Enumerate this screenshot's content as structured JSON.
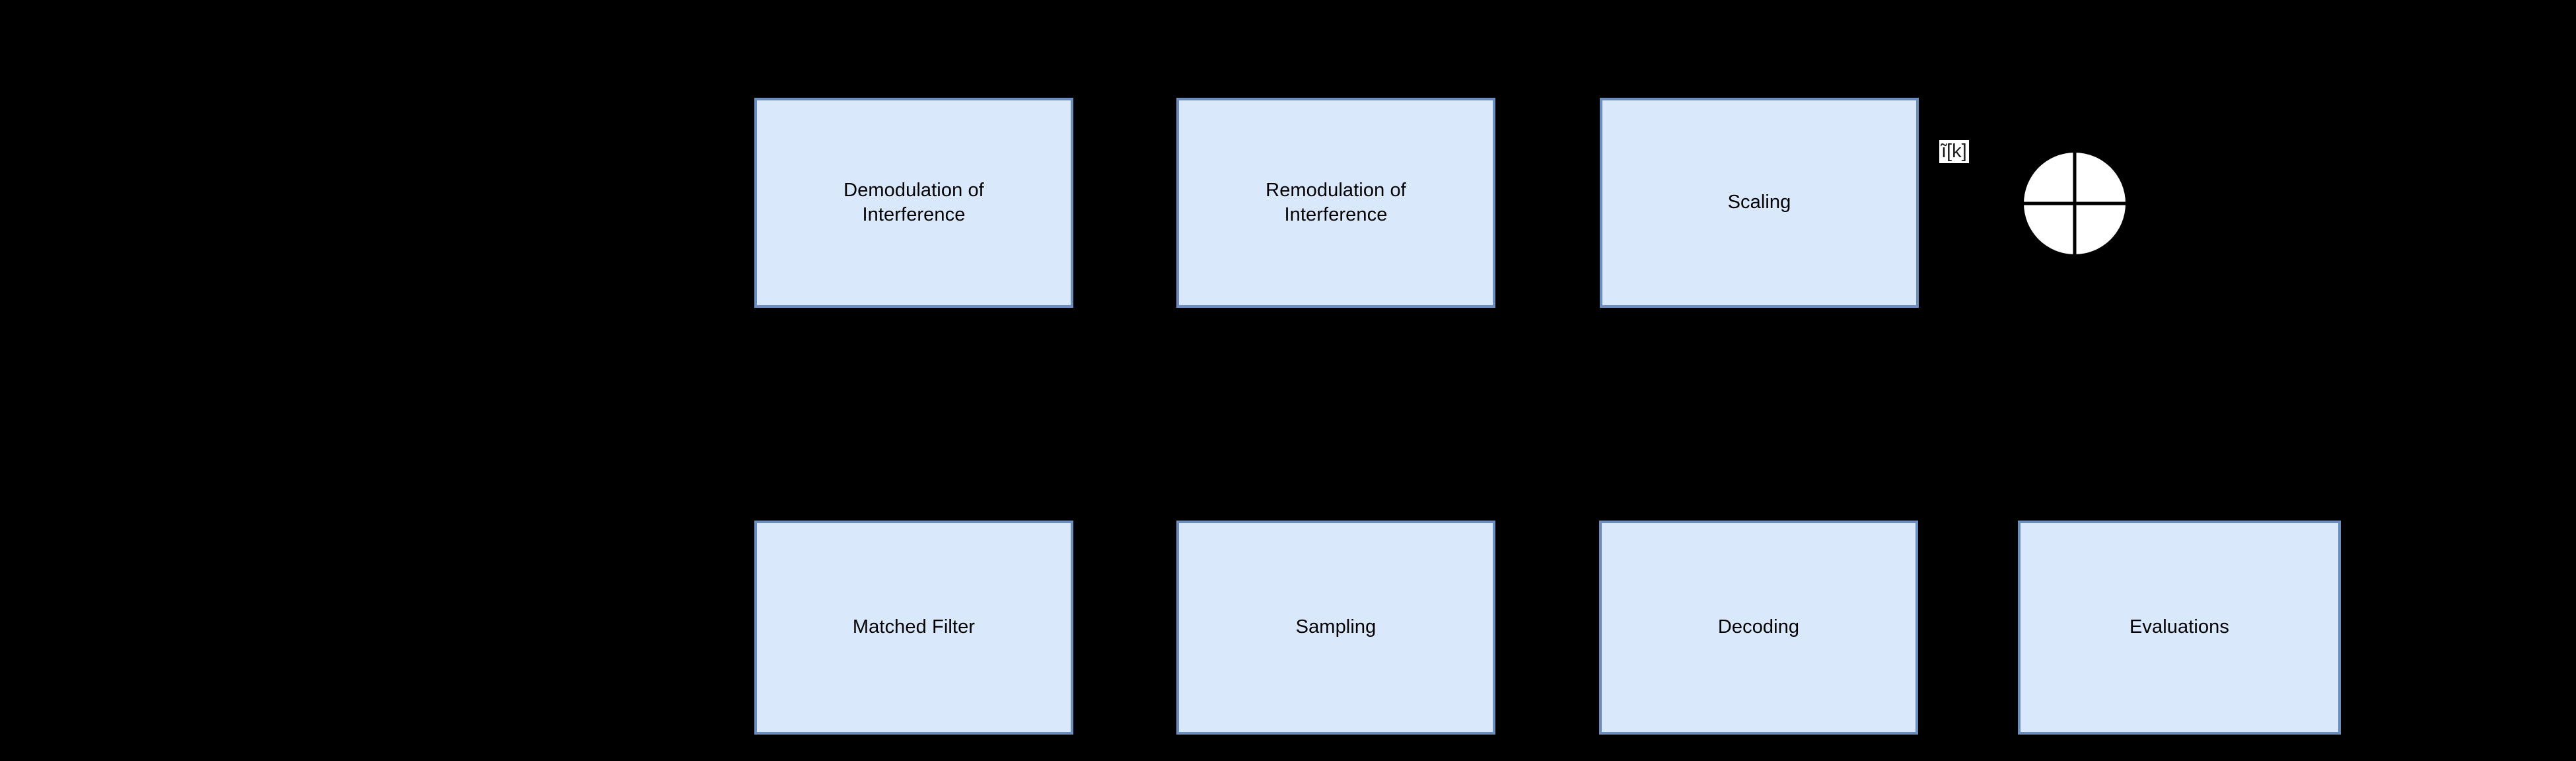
{
  "diagram": {
    "background_color": "#000000",
    "block_fill": "#dae8fc",
    "block_border": "#6c8ebf",
    "text_color": "#000000",
    "blocks": [
      {
        "id": "demodulation",
        "label": "Demodulation of\nInterference"
      },
      {
        "id": "remodulation",
        "label": "Remodulation of\nInterference"
      },
      {
        "id": "scaling",
        "label": "Scaling"
      },
      {
        "id": "matched_filter",
        "label": "Matched Filter"
      },
      {
        "id": "sampling",
        "label": "Sampling"
      },
      {
        "id": "decoding",
        "label": "Decoding"
      },
      {
        "id": "evaluations",
        "label": "Evaluations"
      }
    ],
    "labels": [
      {
        "id": "interference_estimate",
        "text": "ĩ[k]",
        "background_color": "#ffffff"
      }
    ],
    "symbols": [
      {
        "id": "summing_junction",
        "name": "summing-junction-circle",
        "fill": "#ffffff",
        "stroke": "#000000"
      }
    ]
  }
}
